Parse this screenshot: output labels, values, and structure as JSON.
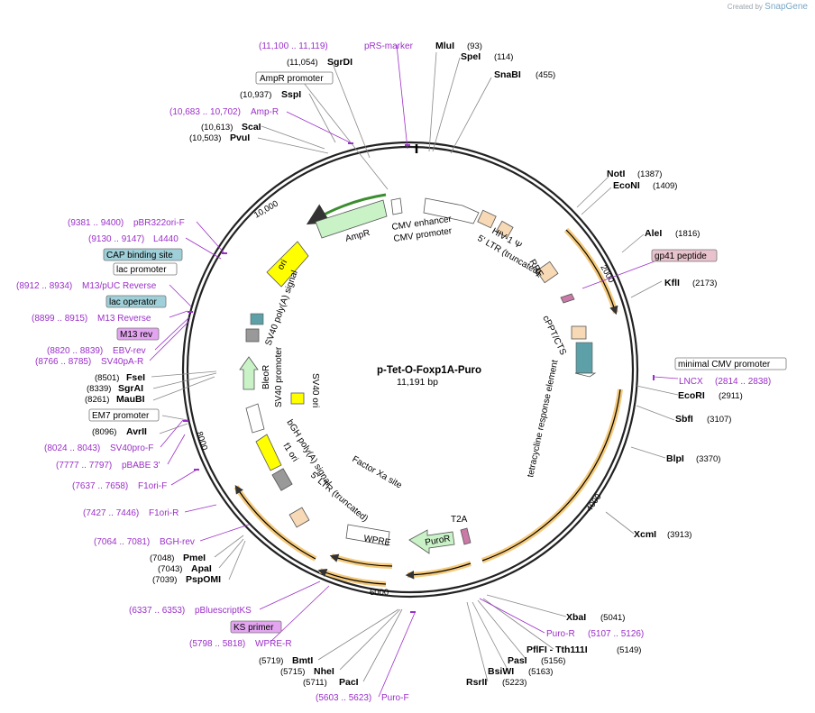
{
  "credit": {
    "prefix": "Created by",
    "brand": "SnapGene"
  },
  "plasmid": {
    "name": "p-Tet-O-Foxp1A-Puro",
    "length": "11,191 bp"
  },
  "ticks": [
    "2000",
    "4000",
    "6000",
    "8000",
    "10,000"
  ],
  "enzymes": [
    {
      "name": "MluI",
      "pos": "(93)"
    },
    {
      "name": "SpeI",
      "pos": "(114)"
    },
    {
      "name": "SnaBI",
      "pos": "(455)"
    },
    {
      "name": "NotI",
      "pos": "(1387)"
    },
    {
      "name": "EcoNI",
      "pos": "(1409)"
    },
    {
      "name": "AleI",
      "pos": "(1816)"
    },
    {
      "name": "KflI",
      "pos": "(2173)"
    },
    {
      "name": "EcoRI",
      "pos": "(2911)"
    },
    {
      "name": "SbfI",
      "pos": "(3107)"
    },
    {
      "name": "BlpI",
      "pos": "(3370)"
    },
    {
      "name": "XcmI",
      "pos": "(3913)"
    },
    {
      "name": "XbaI",
      "pos": "(5041)"
    },
    {
      "name": "PflFI - Tth111I",
      "pos": "(5149)"
    },
    {
      "name": "PasI",
      "pos": "(5156)"
    },
    {
      "name": "BsiWI",
      "pos": "(5163)"
    },
    {
      "name": "RsrII",
      "pos": "(5223)"
    },
    {
      "name": "BmtI",
      "pos": "(5719)"
    },
    {
      "name": "NheI",
      "pos": "(5715)"
    },
    {
      "name": "PacI",
      "pos": "(5711)"
    },
    {
      "name": "PmeI",
      "pos": "(7048)"
    },
    {
      "name": "ApaI",
      "pos": "(7043)"
    },
    {
      "name": "PspOMI",
      "pos": "(7039)"
    },
    {
      "name": "AvrII",
      "pos": "(8096)"
    },
    {
      "name": "FseI",
      "pos": "(8501)"
    },
    {
      "name": "SgrAI",
      "pos": "(8339)"
    },
    {
      "name": "MauBI",
      "pos": "(8261)"
    },
    {
      "name": "ScaI",
      "pos": "(10,613)"
    },
    {
      "name": "PvuI",
      "pos": "(10,503)"
    },
    {
      "name": "SspI",
      "pos": "(10,937)"
    },
    {
      "name": "SgrDI",
      "pos": "(11,054)"
    }
  ],
  "primers": [
    {
      "name": "pRS-marker",
      "range": "(11,100 .. 11,119)"
    },
    {
      "name": "Amp-R",
      "range": "(10,683 .. 10,702)"
    },
    {
      "name": "pBR322ori-F",
      "range": "(9381 .. 9400)"
    },
    {
      "name": "L4440",
      "range": "(9130 .. 9147)"
    },
    {
      "name": "M13/pUC Reverse",
      "range": "(8912 .. 8934)"
    },
    {
      "name": "M13 Reverse",
      "range": "(8899 .. 8915)"
    },
    {
      "name": "EBV-rev",
      "range": "(8820 .. 8839)"
    },
    {
      "name": "SV40pA-R",
      "range": "(8766 .. 8785)"
    },
    {
      "name": "SV40pro-F",
      "range": "(8024 .. 8043)"
    },
    {
      "name": "pBABE 3'",
      "range": "(7777 .. 7797)"
    },
    {
      "name": "F1ori-F",
      "range": "(7637 .. 7658)"
    },
    {
      "name": "F1ori-R",
      "range": "(7427 .. 7446)"
    },
    {
      "name": "BGH-rev",
      "range": "(7064 .. 7081)"
    },
    {
      "name": "pBluescriptKS",
      "range": "(6337 .. 6353)"
    },
    {
      "name": "WPRE-R",
      "range": "(5798 .. 5818)"
    },
    {
      "name": "Puro-F",
      "range": "(5603 .. 5623)"
    },
    {
      "name": "Puro-R",
      "range": "(5107 .. 5126)"
    },
    {
      "name": "LNCX",
      "range": "(2814 .. 2838)"
    }
  ],
  "boxed": {
    "ampr_promoter": "AmpR promoter",
    "cap_site": "CAP binding site",
    "lac_promoter": "lac promoter",
    "lac_operator": "lac operator",
    "m13_rev": "M13 rev",
    "em7_promoter": "EM7 promoter",
    "ks_primer": "KS primer",
    "gp41": "gp41 peptide",
    "min_cmv": "minimal CMV promoter"
  },
  "features": {
    "ampr": "AmpR",
    "ori": "ori",
    "sv40pa_1": "SV40 poly(A) signal",
    "bleor": "BleoR",
    "sv40_promoter": "SV40 promoter",
    "sv40_ori": "SV40 ori",
    "bgh": "bGH poly(A) signal",
    "f1ori": "f1 ori",
    "ltr3": "5' LTR (truncated)",
    "factor_xa": "Factor Xa site",
    "wpre": "WPRE",
    "puror": "PuroR",
    "t2a": "T2A",
    "tre": "tetracycline response element",
    "cppt": "cPPT/CTS",
    "rre": "RRE",
    "ltr5": "5' LTR (truncated)",
    "psi": "HIV-1 Ψ",
    "cmv_enh": "CMV enhancer",
    "cmv_prom": "CMV promoter"
  },
  "colors": {
    "primer": "#9b2fc8",
    "ampr": "#c9f2c7",
    "ori": "#ffff00",
    "orf_highlight": "#f5c97a",
    "ltr": "#f7d9b5",
    "gp41": "#e8c2cc",
    "operator": "#9fcfd8",
    "m13": "#e3a5f0"
  }
}
